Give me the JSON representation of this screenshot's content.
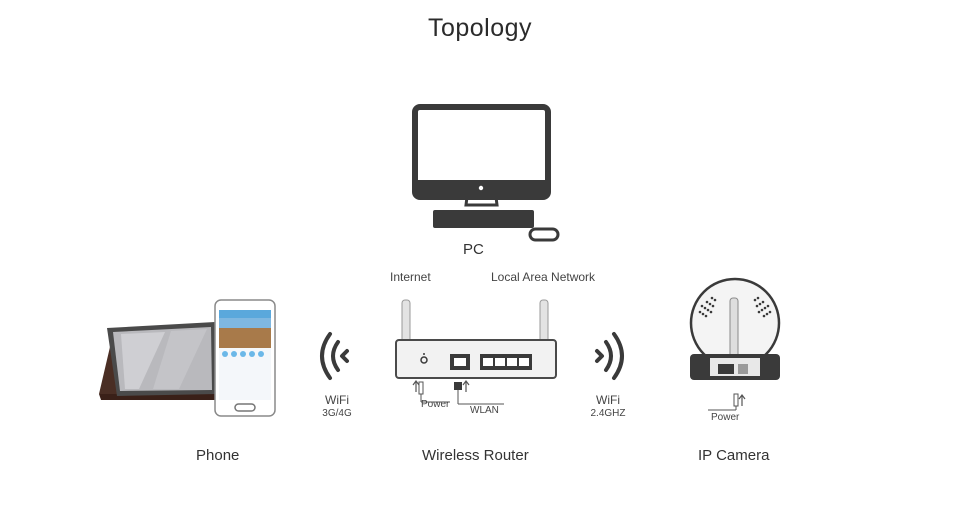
{
  "title": "Topology",
  "nodes": {
    "pc": "PC",
    "phone": "Phone",
    "router": "Wireless Router",
    "camera": "IP Camera"
  },
  "links": {
    "internet": "Internet",
    "lan": "Local Area Network",
    "wifi_left": "WiFi",
    "wifi_left_sub": "3G/4G",
    "wifi_right": "WiFi",
    "wifi_right_sub": "2.4GHZ"
  },
  "ports": {
    "router_power": "Power",
    "router_wlan": "WLAN",
    "camera_power": "Power"
  },
  "colors": {
    "device_dark": "#3a3a3a",
    "line": "#555555",
    "tablet_case": "#4a2e24",
    "screen_blue": "#6bb8e8"
  }
}
